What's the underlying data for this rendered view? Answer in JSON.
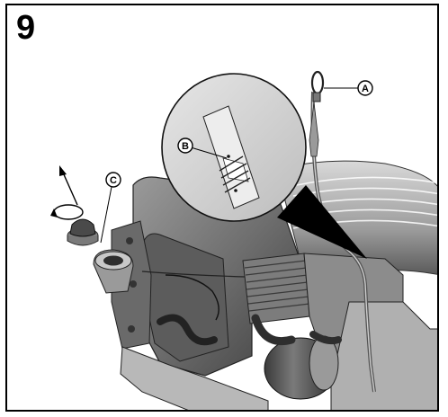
{
  "figure": {
    "number": "9"
  },
  "callouts": {
    "a": "A",
    "b": "B",
    "c": "C"
  },
  "icons": [
    "rotate-arrow-icon",
    "up-arrow-icon"
  ],
  "colors": {
    "outline": "#000000",
    "engine_dark": "#4a4a4a",
    "engine_mid": "#8a8a8a",
    "engine_light": "#c8c8c8",
    "background": "#ffffff"
  }
}
